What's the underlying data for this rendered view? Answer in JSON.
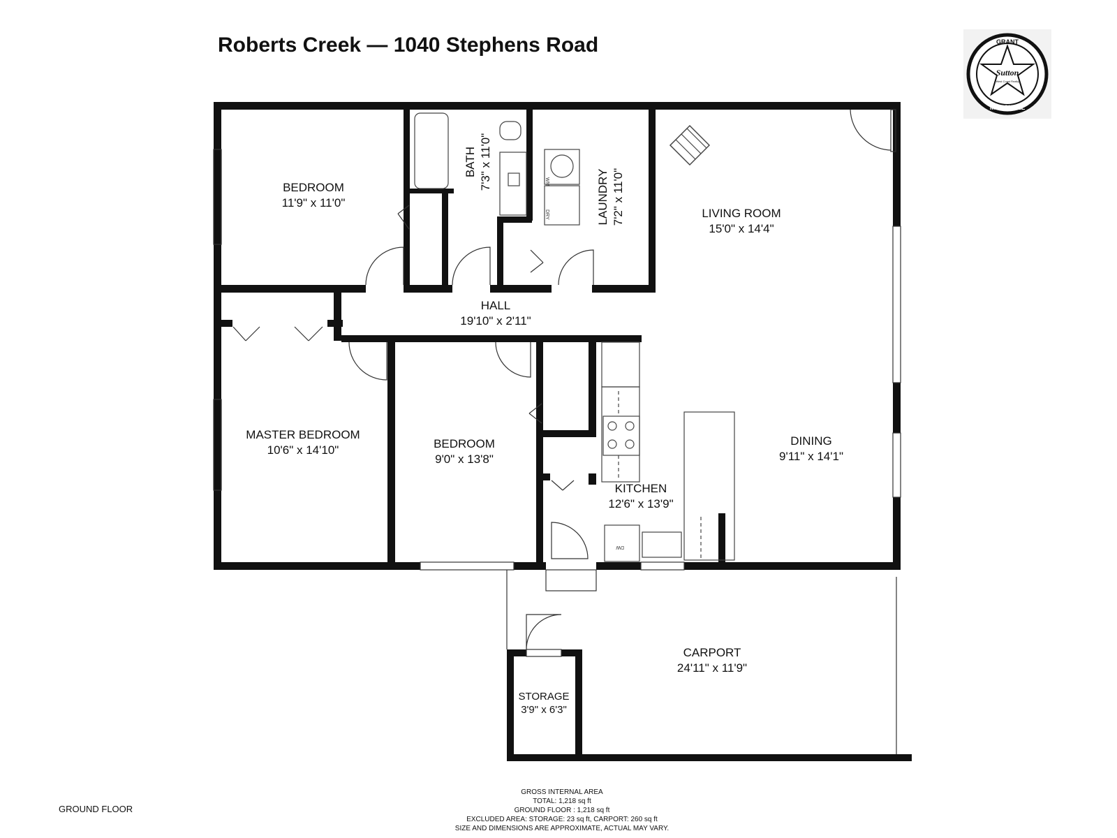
{
  "header": {
    "title": "Roberts Creek — 1040 Stephens Road"
  },
  "logo": {
    "top_text": "GRANT",
    "script_text": "Sutton",
    "sub_text": "West Coast Realty",
    "bottom_text": "MARSHALL"
  },
  "rooms": [
    {
      "id": "bedroom-1",
      "name": "BEDROOM",
      "dims": "11'9\" x 11'0\""
    },
    {
      "id": "bath",
      "name": "BATH",
      "dims": "7'3\" x 11'0\""
    },
    {
      "id": "laundry",
      "name": "LAUNDRY",
      "dims": "7'2\" x 11'0\""
    },
    {
      "id": "living-room",
      "name": "LIVING ROOM",
      "dims": "15'0\" x 14'4\""
    },
    {
      "id": "hall",
      "name": "HALL",
      "dims": "19'10\" x 2'11\""
    },
    {
      "id": "master-bedroom",
      "name": "MASTER BEDROOM",
      "dims": "10'6\" x 14'10\""
    },
    {
      "id": "bedroom-2",
      "name": "BEDROOM",
      "dims": "9'0\" x 13'8\""
    },
    {
      "id": "kitchen",
      "name": "KITCHEN",
      "dims": "12'6\" x 13'9\""
    },
    {
      "id": "dining",
      "name": "DINING",
      "dims": "9'11\" x 14'1\""
    },
    {
      "id": "carport",
      "name": "CARPORT",
      "dims": "24'11\" x 11'9\""
    },
    {
      "id": "storage",
      "name": "STORAGE",
      "dims": "3'9\" x 6'3\""
    }
  ],
  "fixtures": {
    "washer": "WM",
    "dryer": "DRY",
    "dishwasher": "DW"
  },
  "footer": {
    "floor_label": "GROUND FLOOR",
    "area_lines": [
      "GROSS INTERNAL AREA",
      "TOTAL: 1,218 sq ft",
      "GROUND FLOOR : 1,218 sq ft",
      "EXCLUDED AREA: STORAGE: 23 sq ft, CARPORT: 260 sq ft",
      "SIZE AND DIMENSIONS ARE APPROXIMATE, ACTUAL MAY VARY."
    ]
  }
}
